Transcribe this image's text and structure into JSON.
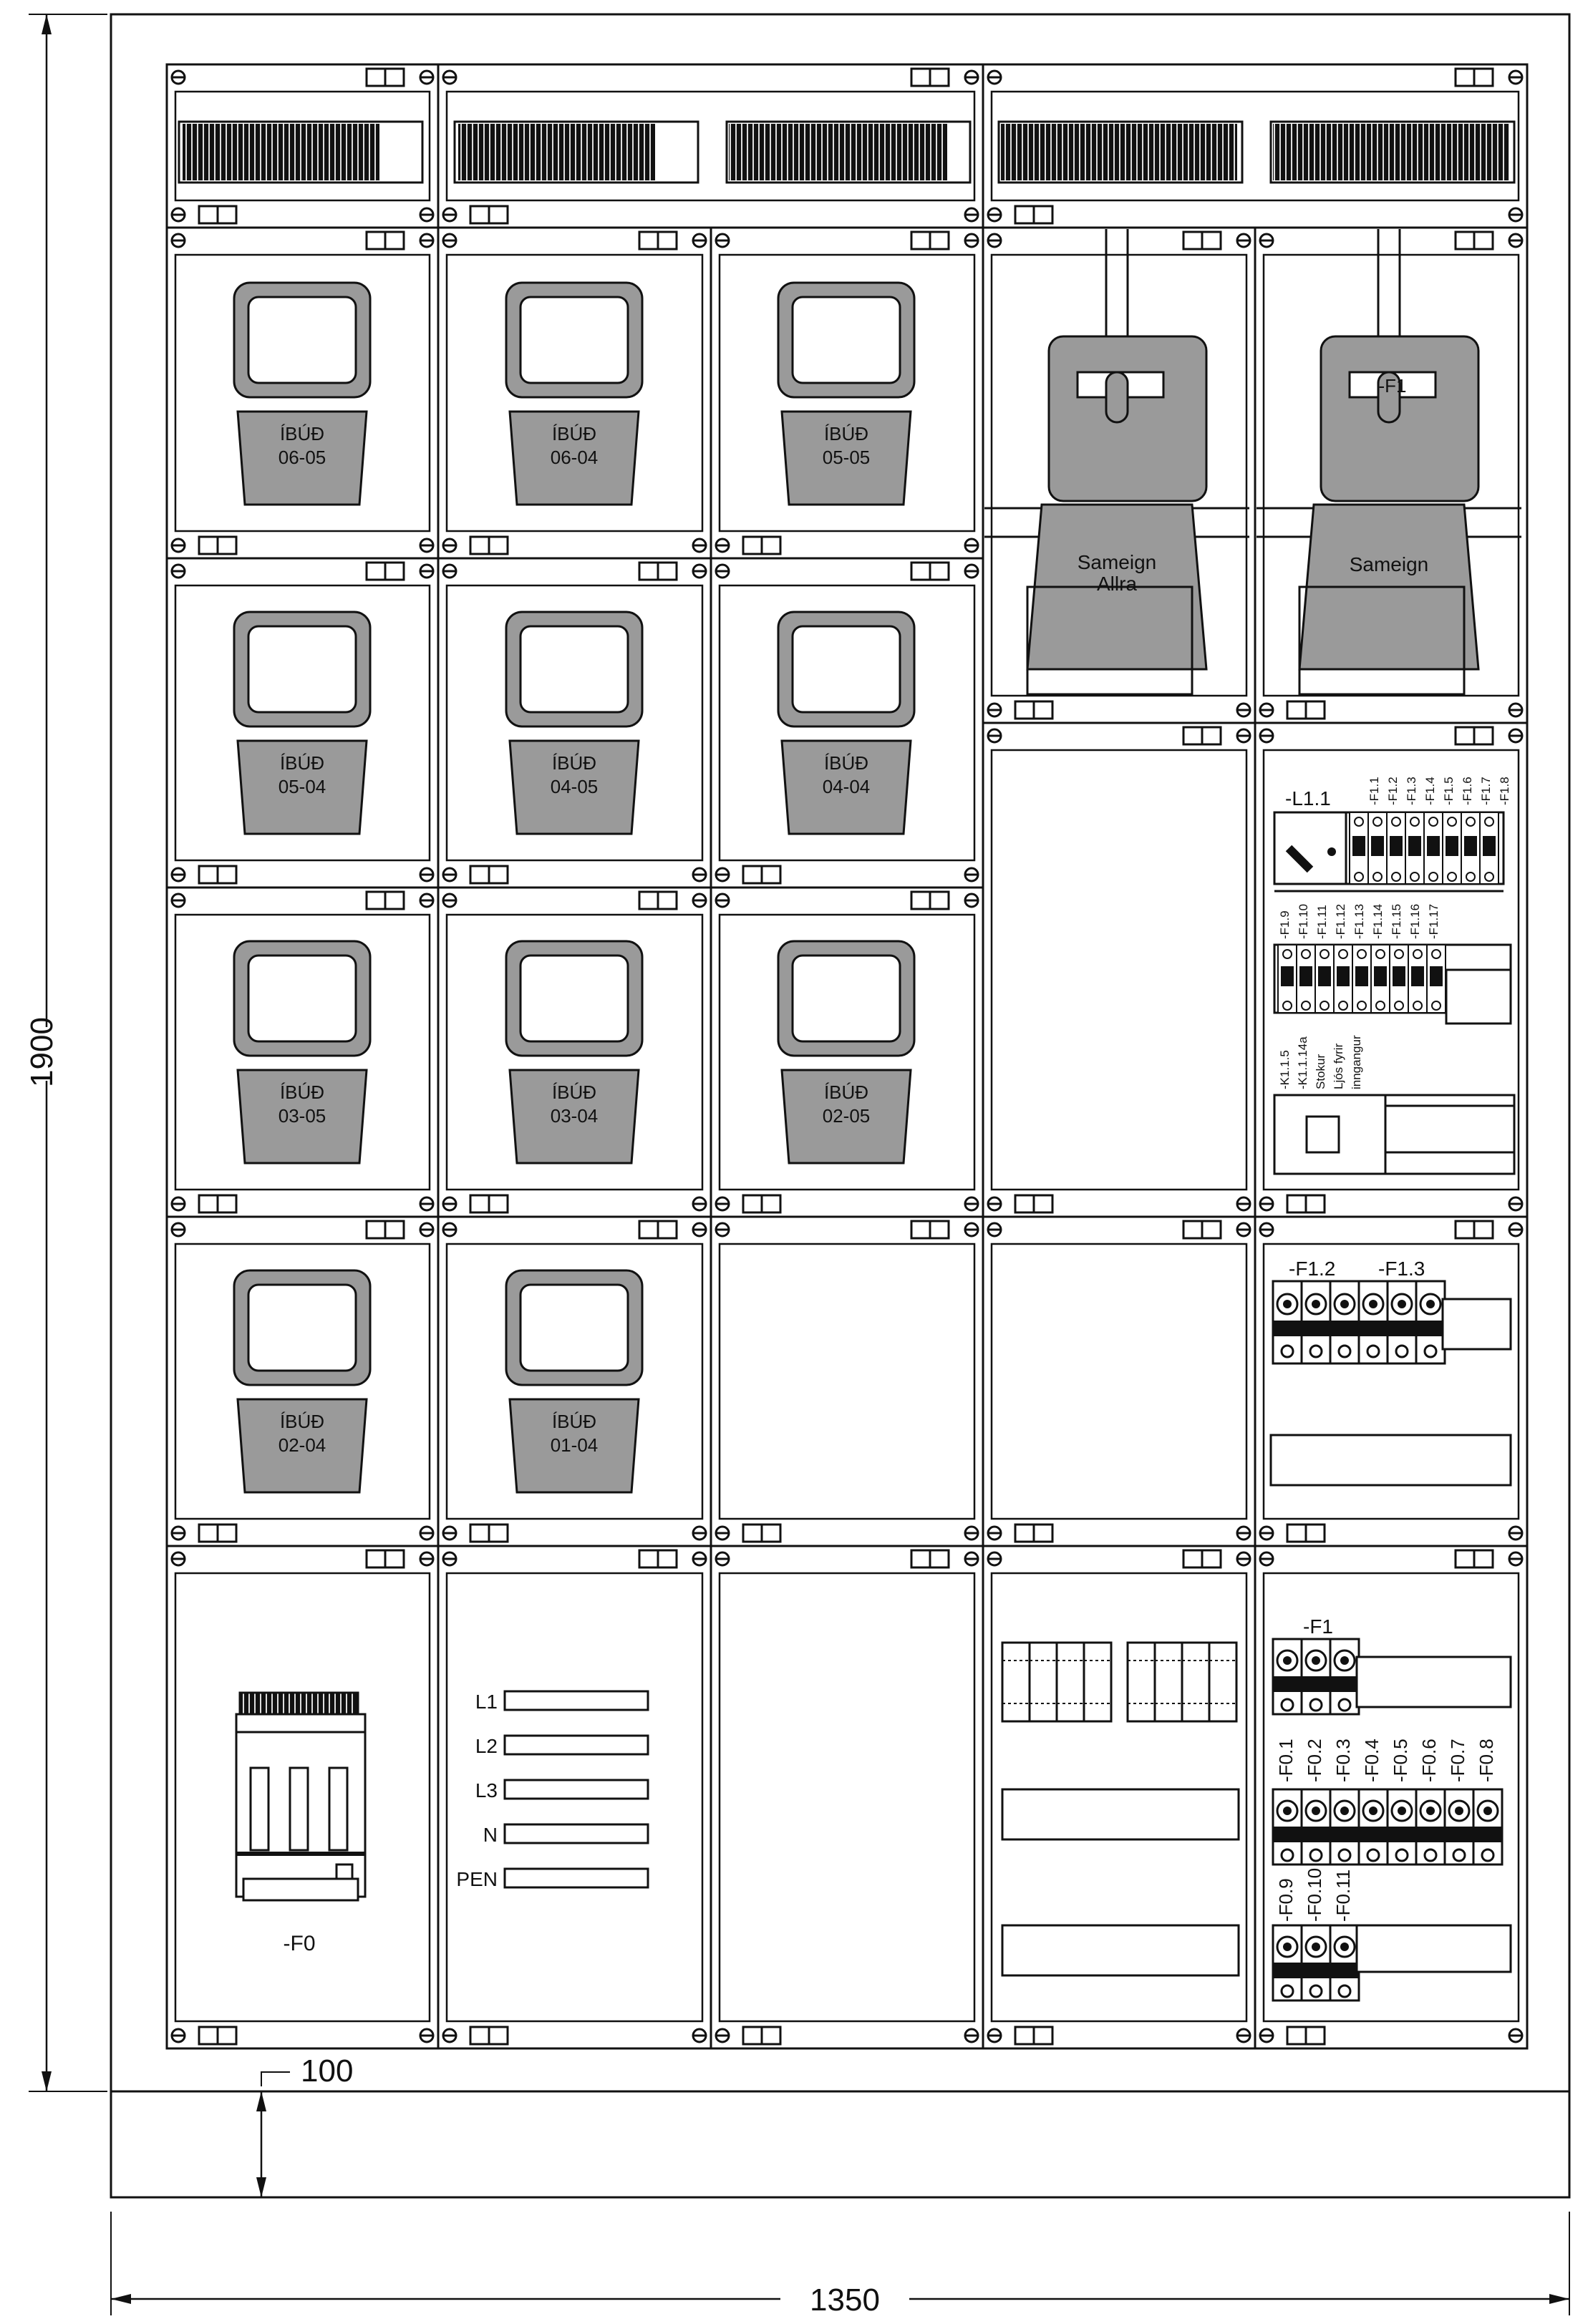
{
  "colors": {
    "ink": "#111111",
    "meter_fill": "#9a9a9a",
    "panel_fill": "#f5f5f5",
    "background": "#ffffff"
  },
  "dimensions": {
    "height": "1900",
    "width": "1350",
    "plinth": "100"
  },
  "meters": [
    {
      "id": "m-06-05",
      "line1": "ÍBÚÐ",
      "line2": "06-05"
    },
    {
      "id": "m-06-04",
      "line1": "ÍBÚÐ",
      "line2": "06-04"
    },
    {
      "id": "m-05-05",
      "line1": "ÍBÚÐ",
      "line2": "05-05"
    },
    {
      "id": "m-05-04",
      "line1": "ÍBÚÐ",
      "line2": "05-04"
    },
    {
      "id": "m-04-05",
      "line1": "ÍBÚÐ",
      "line2": "04-05"
    },
    {
      "id": "m-04-04",
      "line1": "ÍBÚÐ",
      "line2": "04-04"
    },
    {
      "id": "m-03-05",
      "line1": "ÍBÚÐ",
      "line2": "03-05"
    },
    {
      "id": "m-03-04",
      "line1": "ÍBÚÐ",
      "line2": "03-04"
    },
    {
      "id": "m-02-05",
      "line1": "ÍBÚÐ",
      "line2": "02-05"
    },
    {
      "id": "m-02-04",
      "line1": "ÍBÚÐ",
      "line2": "02-04"
    },
    {
      "id": "m-01-04",
      "line1": "ÍBÚÐ",
      "line2": "01-04"
    }
  ],
  "common_meters": [
    {
      "line1": "Sameign",
      "line2": "Allra",
      "tag": ""
    },
    {
      "line1": "Sameign",
      "line2": "",
      "tag": "-F1"
    }
  ],
  "main_switch": {
    "label": "-F0"
  },
  "busbar_labels": [
    "L1",
    "L2",
    "L3",
    "N",
    "PEN"
  ],
  "distribution": {
    "contactor": "-L1.1",
    "row1_breakers": [
      "-F1.1",
      "-F1.2",
      "-F1.3",
      "-F1.4",
      "-F1.5",
      "-F1.6",
      "-F1.7",
      "-F1.8"
    ],
    "row2_breakers": [
      "-F1.9",
      "-F1.10",
      "-F1.11",
      "-F1.12",
      "-F1.13",
      "-F1.14",
      "-F1.15",
      "-F1.16",
      "-F1.17"
    ],
    "control": [
      "-K1.1.5",
      "-K1.1.14a",
      "Stokur",
      "Ljós fyrir",
      "inngangur"
    ]
  },
  "fuse_groups": {
    "group1": "-F1.2",
    "group2": "-F1.3"
  },
  "main_fuses": {
    "top": "-F1",
    "row1": [
      "-F0.1",
      "-F0.2",
      "-F0.3",
      "-F0.4",
      "-F0.5",
      "-F0.6",
      "-F0.7",
      "-F0.8"
    ],
    "row2": [
      "-F0.9",
      "-F0.10",
      "-F0.11"
    ]
  }
}
